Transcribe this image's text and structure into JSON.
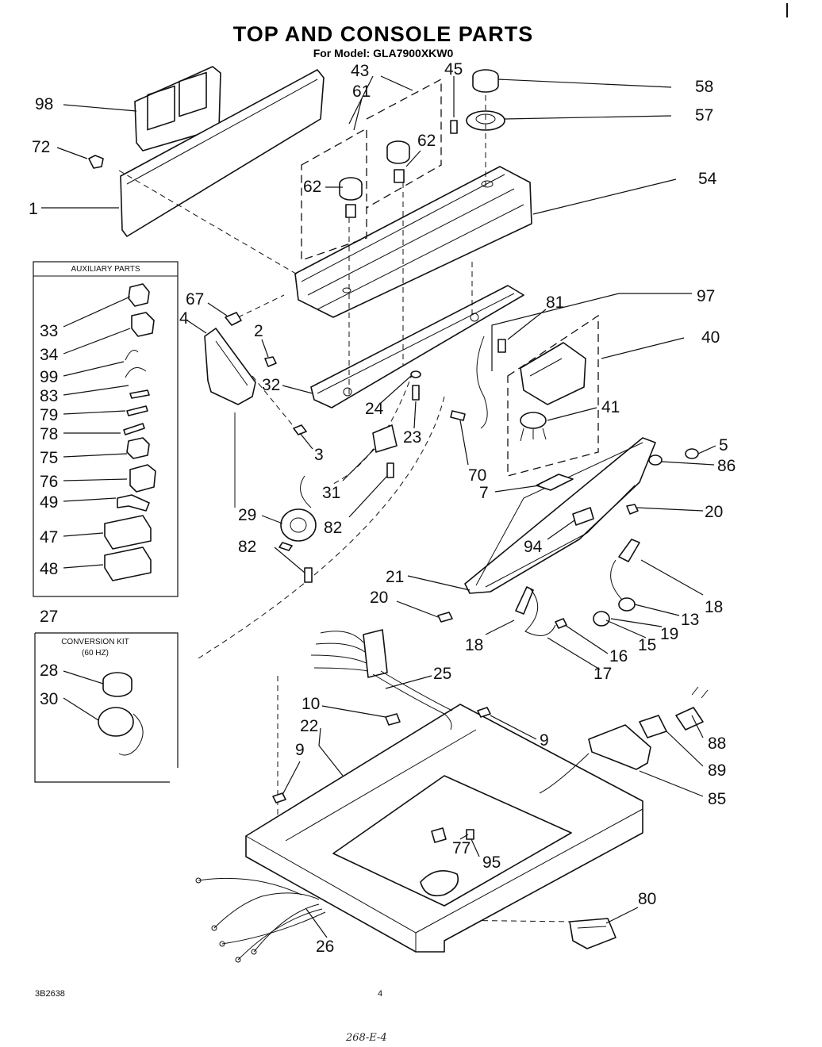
{
  "title": "TOP AND CONSOLE PARTS",
  "subtitle": "For Model: GLA7900XKW0",
  "auxiliary_box_title": "AUXILIARY PARTS",
  "conversion_box_title": "CONVERSION KIT",
  "conversion_box_sub": "(60 HZ)",
  "footer_code": "3B2638",
  "page_number": "4",
  "handwritten_note": "268-E-4",
  "callouts": {
    "c98": "98",
    "c72": "72",
    "c1": "1",
    "c43": "43",
    "c61": "61",
    "c45": "45",
    "c58": "58",
    "c57": "57",
    "c62a": "62",
    "c62b": "62",
    "c54": "54",
    "c67": "67",
    "c4": "4",
    "c2": "2",
    "c32": "32",
    "c3": "3",
    "c24": "24",
    "c23": "23",
    "c31": "31",
    "c82a": "82",
    "c29": "29",
    "c82b": "82",
    "c81": "81",
    "c97": "97",
    "c40": "40",
    "c41": "41",
    "c70": "70",
    "c5": "5",
    "c86": "86",
    "c7": "7",
    "c20a": "20",
    "c94": "94",
    "c21": "21",
    "c20b": "20",
    "c18a": "18",
    "c18b": "18",
    "c13": "13",
    "c19": "19",
    "c15": "15",
    "c16": "16",
    "c17": "17",
    "c33": "33",
    "c34": "34",
    "c99": "99",
    "c83": "83",
    "c79": "79",
    "c78": "78",
    "c75": "75",
    "c76": "76",
    "c49": "49",
    "c47": "47",
    "c48": "48",
    "c27": "27",
    "c28": "28",
    "c30": "30",
    "c25": "25",
    "c10": "10",
    "c22": "22",
    "c9a": "9",
    "c9b": "9",
    "c88": "88",
    "c89": "89",
    "c85": "85",
    "c77": "77",
    "c95": "95",
    "c80": "80",
    "c26": "26"
  }
}
